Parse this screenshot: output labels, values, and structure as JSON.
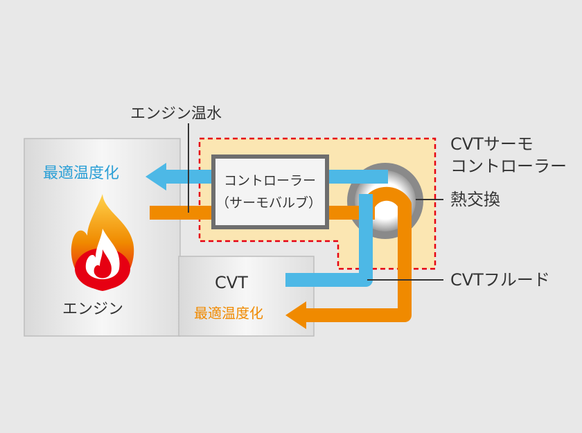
{
  "labels": {
    "engine_hot_water": "エンジン温水",
    "cvt_thermo_line1": "CVTサーモ",
    "cvt_thermo_line2": "コントローラー",
    "heat_exchanger": "熱交換",
    "cvt_fluid": "CVTフルード",
    "optimal_temp_engine": "最適温度化",
    "engine": "エンジン",
    "cvt": "CVT",
    "optimal_temp_cvt": "最適温度化",
    "controller_line1": "コントローラー",
    "controller_line2": "（サーモバルブ）"
  },
  "colors": {
    "background": "#e8e8e8",
    "hot_pipe": "#f08a00",
    "cool_pipe": "#4db8e6",
    "thermo_area": "#fbe6b2",
    "dashed_border": "#e60012"
  }
}
